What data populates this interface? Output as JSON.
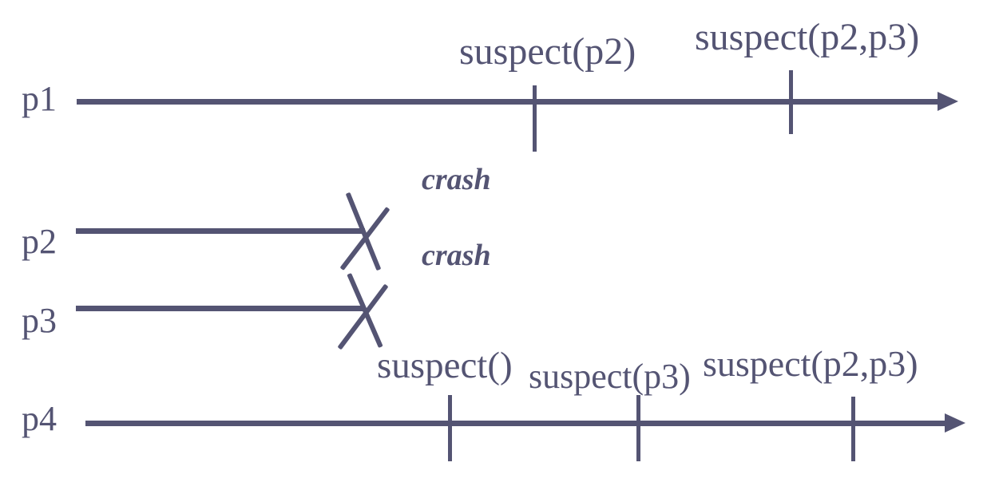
{
  "diagram": {
    "kind": "process-timeline-diagram",
    "colors": {
      "stroke": "#545473",
      "background": "#ffffff"
    },
    "processes": [
      {
        "name": "p1",
        "suspect_events": [
          "suspect(p2)",
          "suspect(p2,p3)"
        ]
      },
      {
        "name": "p2",
        "annotation": "crash"
      },
      {
        "name": "p3",
        "annotation": "crash"
      },
      {
        "name": "p4",
        "suspect_events": [
          "suspect()",
          "suspect(p3)",
          "suspect(p2,p3)"
        ]
      }
    ]
  }
}
